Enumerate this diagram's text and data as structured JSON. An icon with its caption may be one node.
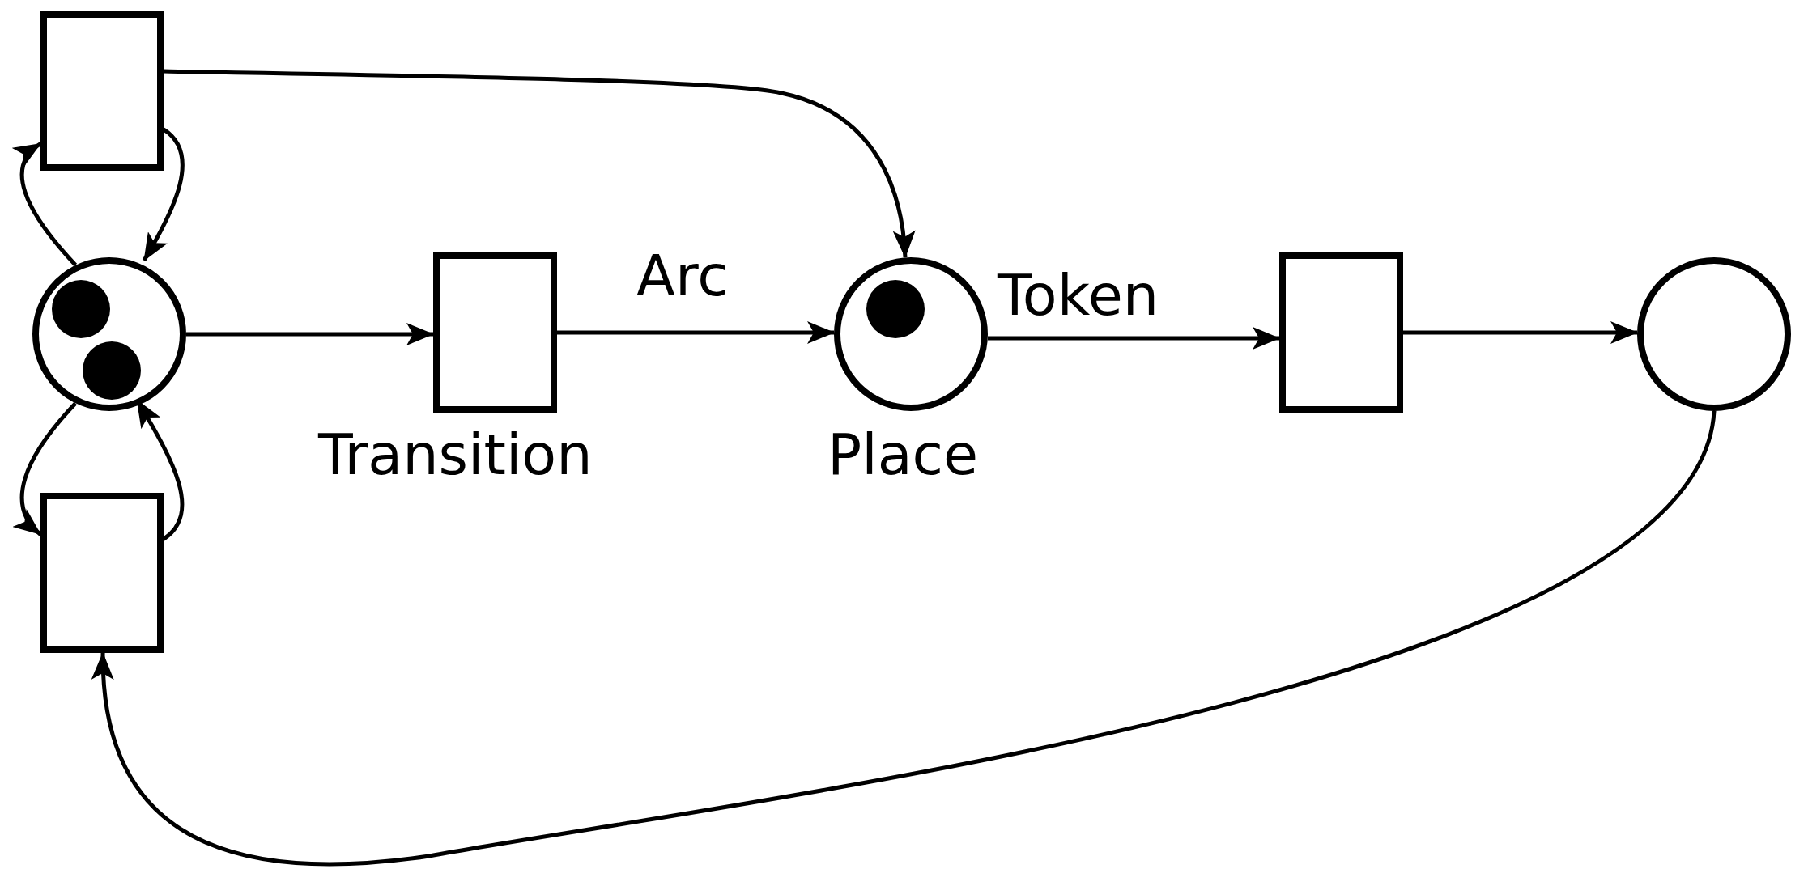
{
  "diagram": {
    "nodes": [
      {
        "text": [],
        "shape": "box"
      },
      {
        "text": [],
        "shape": "circle"
      },
      {
        "text": [],
        "shape": "circle",
        "in": 1
      },
      {
        "text": [],
        "shape": "circle",
        "in": 1
      },
      {
        "text": [],
        "shape": "box"
      },
      {
        "text": [],
        "shape": "circle"
      },
      {
        "text": [],
        "shape": "circle",
        "in": 5
      },
      {
        "text": [],
        "shape": "box"
      },
      {
        "text": [],
        "shape": "circle"
      },
      {
        "text": [],
        "shape": "box"
      }
    ],
    "edges": [
      {
        "from": 0,
        "to": 5,
        "arrow": "to"
      },
      {
        "from": 0,
        "to": 1,
        "arrow": "to"
      },
      {
        "from": 1,
        "to": 0,
        "arrow": "to"
      },
      {
        "from": 1,
        "to": 4,
        "arrow": "to"
      },
      {
        "from": 4,
        "to": 5,
        "arrow": "to"
      },
      {
        "from": 5,
        "to": 7,
        "arrow": "to"
      },
      {
        "from": 7,
        "to": 8,
        "arrow": "to"
      },
      {
        "from": 8,
        "to": 9,
        "arrow": "to"
      },
      {
        "from": 1,
        "to": 9,
        "arrow": "to"
      },
      {
        "from": 9,
        "to": 1,
        "arrow": "to"
      }
    ],
    "labels": [
      "Arc",
      "Token",
      "Transition",
      "Place"
    ]
  }
}
